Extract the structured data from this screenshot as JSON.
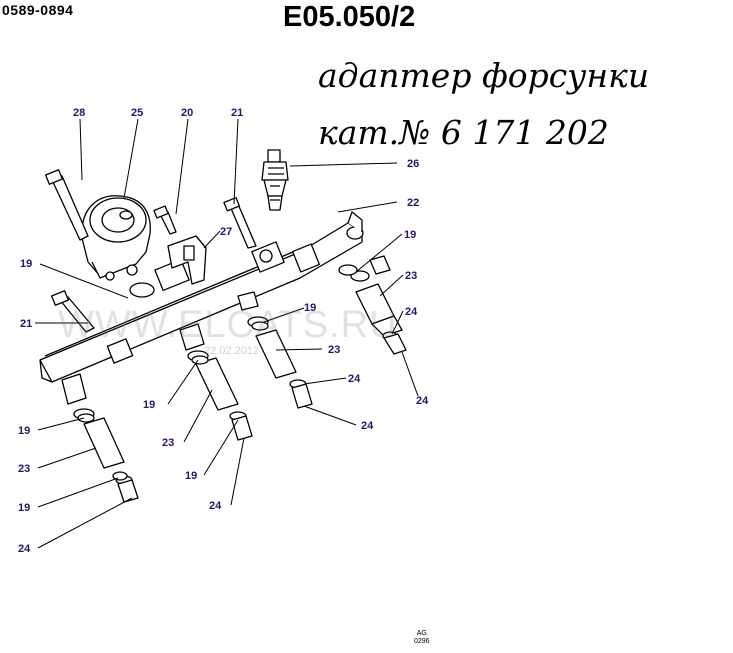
{
  "header": {
    "doc_code": "0589-0894",
    "title": "E05.050/2"
  },
  "annotation": {
    "line1": "адаптер форсунки",
    "line2": "кат.№ 6 171 202"
  },
  "watermark": {
    "text": "WWW.ELCATS.RU",
    "date": "22.02.2012"
  },
  "footer_ref": {
    "line1": "AG",
    "line2": "0296"
  },
  "callouts": {
    "c28": "28",
    "c25": "25",
    "c20": "20",
    "c21a": "21",
    "c26": "26",
    "c22": "22",
    "c27": "27",
    "c19a": "19",
    "c21b": "21",
    "c19b": "19",
    "c23a": "23",
    "c24a": "24",
    "c24b": "24",
    "c19c": "19",
    "c23b": "23",
    "c24c": "24",
    "c24d": "24",
    "c19d": "19",
    "c19e": "19",
    "c23c": "23",
    "c23d": "23",
    "c19f": "19",
    "c19g": "19",
    "c24e": "24",
    "c24f": "24"
  },
  "colors": {
    "ink": "#000000",
    "callout": "#1a1a6e"
  }
}
